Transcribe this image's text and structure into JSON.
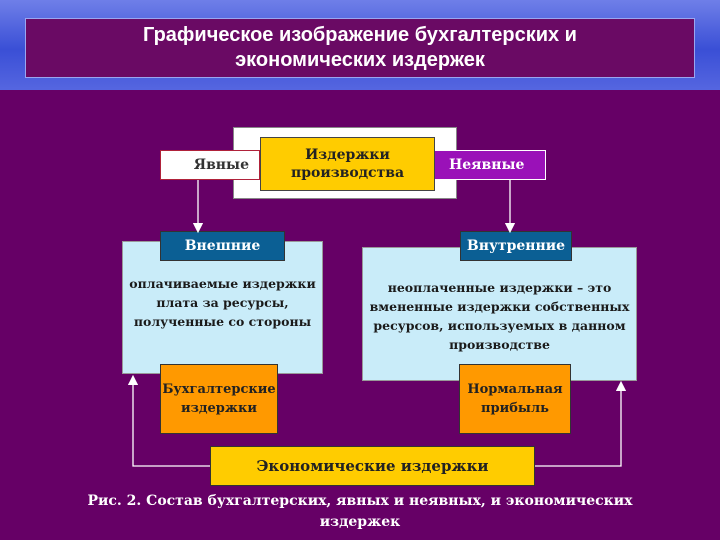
{
  "title": "Графическое изображение бухгалтерских и\nэкономических издержек",
  "top": {
    "explicit_label": "Явные",
    "center_label": "Издержки\nпроизводства",
    "implicit_label": "Неявные"
  },
  "left_panel": {
    "tag": "Внешние",
    "text": "оплачиваемые издержки\nплата за ресурсы,\nполученные со стороны",
    "bottom_box": "Бухгалтерские\nиздержки"
  },
  "right_panel": {
    "tag": "Внутренние",
    "text": "неоплаченные издержки – это\nвмененные издержки собственных\nресурсов, используемых в данном\nпроизводстве",
    "bottom_box": "Нормальная\nприбыль"
  },
  "economic_costs": "Экономические издержки",
  "caption": "Рис. 2. Состав бухгалтерских,  явных и неявных, и экономических\nиздержек"
}
